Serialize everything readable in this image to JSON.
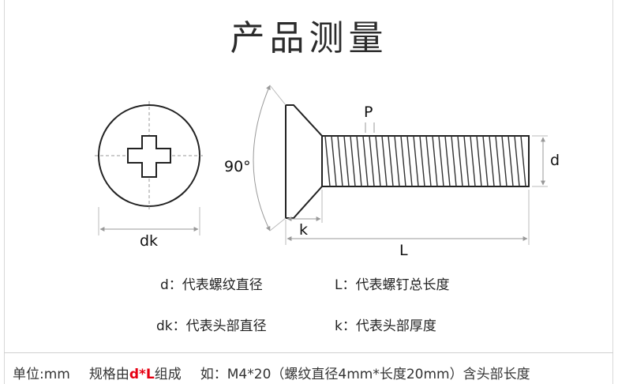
{
  "title": "产品测量",
  "labels": {
    "dk": "dk",
    "p": "P",
    "angle": "90°",
    "d": "d",
    "k": "k",
    "L": "L"
  },
  "legend": [
    {
      "key": "d",
      "text": "d：代表螺纹直径"
    },
    {
      "key": "L",
      "text": "L：代表螺钉总长度"
    },
    {
      "key": "dk",
      "text": "dk：代表头部直径"
    },
    {
      "key": "k",
      "text": "k：代表头部厚度"
    }
  ],
  "footer": {
    "unit": "单位:mm",
    "spec_prefix": "规格由",
    "spec_highlight": "d*L",
    "spec_suffix": "组成",
    "example": "如：M4*20（螺纹直径4mm*长度20mm）含头部长度"
  },
  "colors": {
    "highlight": "#e60012"
  }
}
